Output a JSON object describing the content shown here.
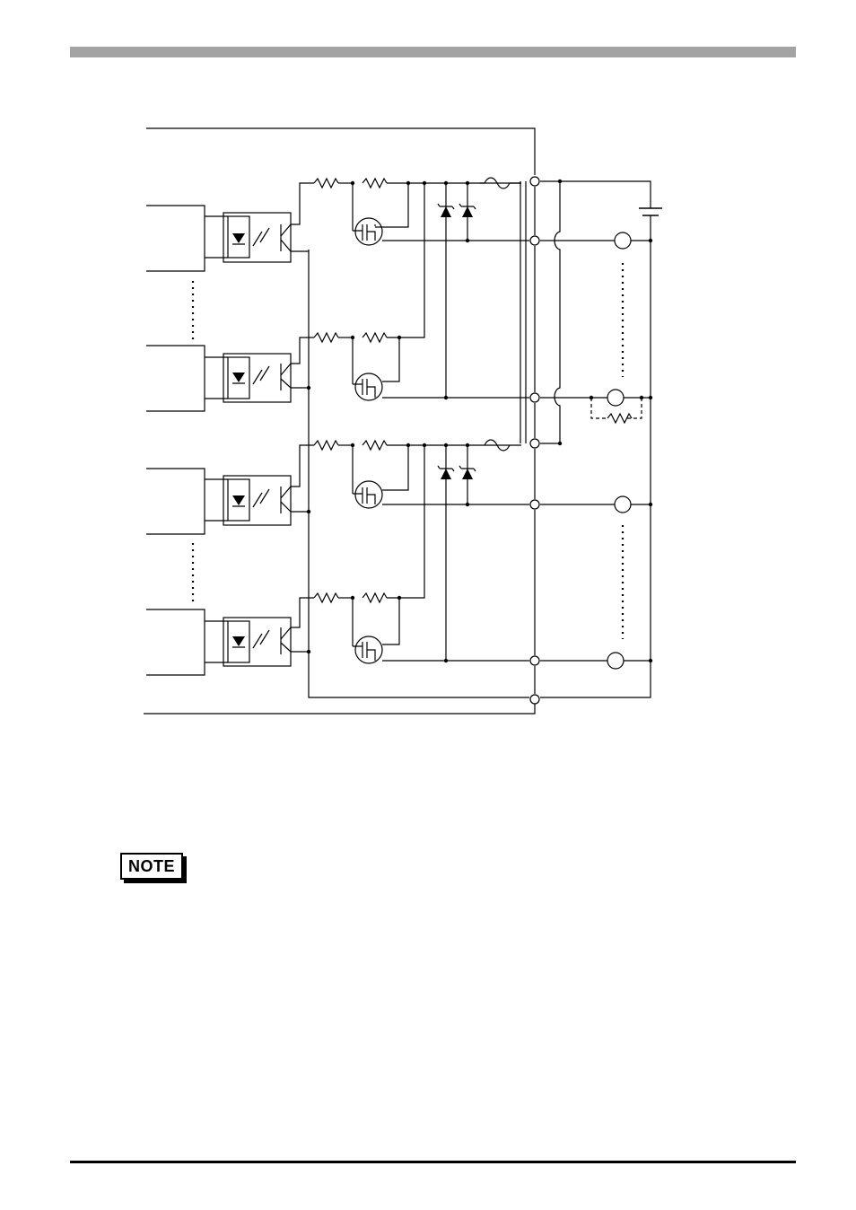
{
  "note": {
    "label": "NOTE"
  },
  "diagram": {
    "type": "output-circuit-schematic",
    "channels": 4,
    "components": [
      "opto-coupler",
      "resistor",
      "mosfet",
      "zener-diode",
      "fuse",
      "terminal",
      "load",
      "dc-source"
    ]
  }
}
